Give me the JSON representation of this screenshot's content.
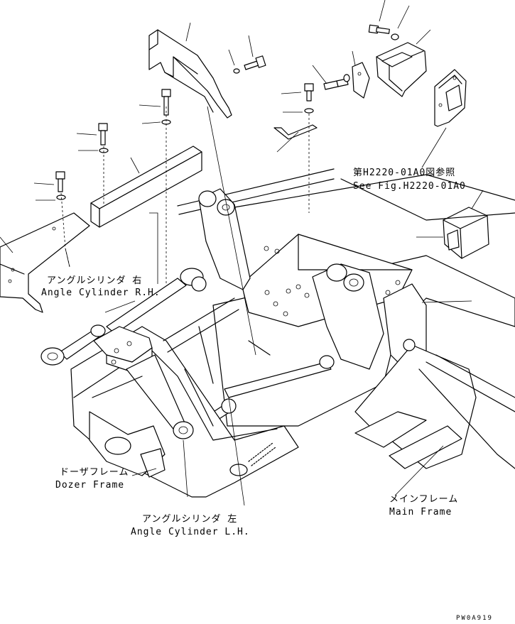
{
  "labels": {
    "see_fig_jp": "第H2220-01A0図参照",
    "see_fig_en": "See Fig.H2220-01A0",
    "angle_rh_jp": "アングルシリンダ 右",
    "angle_rh_en": "Angle Cylinder R.H.",
    "dozer_jp": "ドーザフレーム",
    "dozer_en": "Dozer Frame",
    "angle_lh_jp": "アングルシリンダ 左",
    "angle_lh_en": "Angle Cylinder L.H.",
    "main_jp": "メインフレーム",
    "main_en": "Main Frame",
    "drawing_code": "PW0A919"
  }
}
